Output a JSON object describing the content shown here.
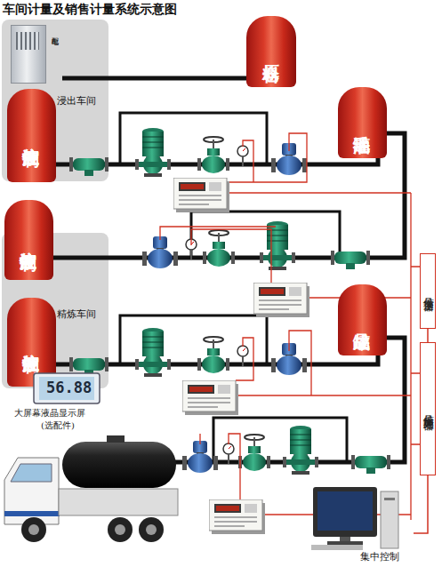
{
  "diagram": {
    "title": "车间计量及销售计量系统示意图",
    "nodes": [
      {
        "text": [
          "浸出车间"
        ]
      },
      {
        "text": [
          "配电柜"
        ],
        "in": 0
      },
      {
        "text": [
          "液位控制"
        ],
        "in": 0
      },
      {
        "text": [
          "原料仓"
        ]
      },
      {
        "text": [
          "毛油罐"
        ]
      },
      {
        "text": [
          "液位控制"
        ]
      },
      {
        "text": [
          "精炼车间"
        ]
      },
      {
        "text": [
          "液位控制"
        ],
        "in": 6
      },
      {
        "text": [
          "成品罐"
        ]
      },
      {
        "text": [
          "信号变送器"
        ]
      },
      {
        "text": [
          "信号采集处理器"
        ]
      },
      {
        "text": [
          "集中控制"
        ]
      }
    ],
    "edges": [
      {
        "from": 1,
        "to": 3,
        "arrow": "none"
      },
      {
        "from": 2,
        "to": 4,
        "arrow": "none"
      },
      {
        "from": 4,
        "to": 5,
        "arrow": "none"
      },
      {
        "from": 7,
        "to": 8,
        "arrow": "none"
      },
      {
        "from": 9,
        "to": 10,
        "arrow": "none"
      },
      {
        "from": 10,
        "to": 11,
        "arrow": "none"
      }
    ],
    "labels": [
      "56.88",
      "大屏幕液晶显示屏",
      "(选配件)"
    ]
  }
}
